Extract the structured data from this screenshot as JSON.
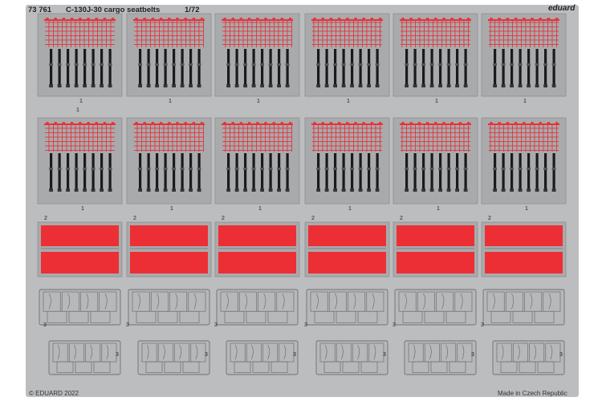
{
  "sheet": {
    "code": "73 761",
    "title": "C-130J-30 cargo seatbelts",
    "scale": "1/72",
    "brand": "eduard",
    "copyright": "© EDUARD 2022",
    "origin": "Made in Czech Republic"
  },
  "parts": {
    "net_panel": {
      "label": "1",
      "count": 12,
      "rows": 2,
      "columns": 6
    },
    "red_pad": {
      "label": "2",
      "count": 6
    },
    "frame": {
      "label": "3",
      "count": 12
    }
  },
  "colors": {
    "fret": "#bcbdbf",
    "panel": "#a9aaac",
    "net": "#e8323a",
    "belt": "#1a1a1a",
    "pad": "#ec2f35",
    "frame_fill": "#b7b8ba",
    "frame_line": "#6f7072"
  }
}
